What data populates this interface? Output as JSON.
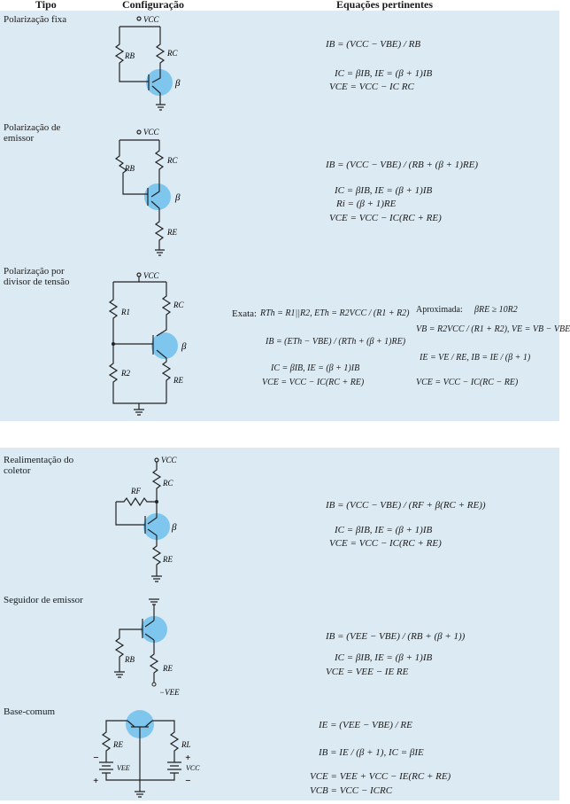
{
  "header": {
    "tipo": "Tipo",
    "config": "Configuração",
    "eqs": "Equações pertinentes"
  },
  "colors": {
    "panel": "#dbeaf3",
    "transistor": "#7ec6ee"
  },
  "rows": [
    {
      "tipo": "Polarização fixa",
      "eqs": {
        "ib_l": "I",
        "ib_n": "V",
        "ib_d": "R",
        "l1": "IB = (VCC − VBE) / RB",
        "l2": "IC = βIB, IE = (β + 1)IB",
        "l3": "VCE = VCC − IC RC"
      }
    },
    {
      "tipo_lines": [
        "Polarização de",
        "emissor"
      ],
      "eqs": {
        "l1": "IB = (VCC − VBE) / (RB + (β + 1)RE)",
        "l2": "IC = βIB, IE = (β + 1)IB",
        "l3": "Ri = (β + 1)RE",
        "l4": "VCE = VCC − IC(RC + RE)"
      }
    },
    {
      "tipo_lines": [
        "Polarização por",
        "divisor de tensão"
      ],
      "eqs": {
        "exata_label": "Exata:",
        "l1": "RTh = R1||R2, ETh = R2VCC / (R1 + R2)",
        "l2": "IB = (ETh − VBE) / (RTh + (β + 1)RE)",
        "l3": "IC = βIB, IE = (β + 1)IB",
        "l4": "VCE = VCC − IC(RC + RE)",
        "aprox_label": "Aproximada:",
        "a0": "βRE ≥ 10R2",
        "a1": "VB = R2VCC / (R1 + R2), VE = VB − VBE",
        "a2": "IE = VE / RE, IB = IE / (β + 1)",
        "a3": "VCE = VCC − IC(RC − RE)"
      }
    },
    {
      "tipo_lines": [
        "Realimentação do",
        "coletor"
      ],
      "eqs": {
        "l1": "IB = (VCC − VBE) / (RF + β(RC + RE))",
        "l2": "IC = βIB, IE = (β + 1)IB",
        "l3": "VCE = VCC − IC(RC + RE)"
      }
    },
    {
      "tipo": "Seguidor de emissor",
      "eqs": {
        "l1": "IB = (VEE − VBE) / (RB + (β + 1))",
        "l2": "IC = βIB, IE = (β + 1)IB",
        "l3": "VCE = VEE − IE RE"
      }
    },
    {
      "tipo": "Base-comum",
      "eqs": {
        "l1": "IE = (VEE − VBE) / RE",
        "l2": "IB = IE / (β + 1), IC = βIE",
        "l3": "VCE = VEE + VCC − IE(RC + RE)",
        "l4": "VCB = VCC − ICRC"
      }
    }
  ],
  "labels": {
    "vcc": "VCC",
    "rb": "RB",
    "rc": "RC",
    "re": "RE",
    "beta": "β",
    "r1": "R1",
    "r2": "R2",
    "rf": "RF",
    "vee": "−VEE",
    "rl": "RL",
    "vcc2": "VCC",
    "vee2": "VEE",
    "plus": "+",
    "minus": "−"
  }
}
